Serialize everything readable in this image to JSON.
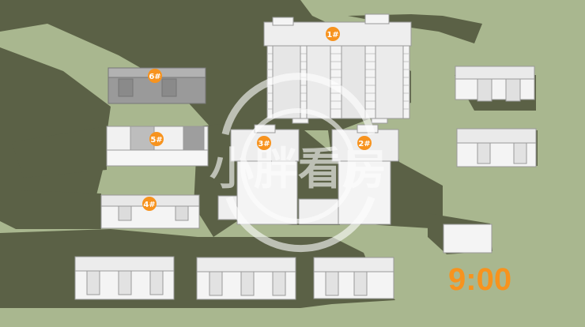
{
  "colors": {
    "ground": "#a9b78f",
    "shadow": "#5b6146",
    "building": "#f4f4f4",
    "building_edge": "#9a9a9a",
    "building_shade": "#d9d9d9",
    "marker": "#f7931e",
    "watermark": "#ffffff",
    "time": "#f7931e"
  },
  "buildings": [
    {
      "id": "b1",
      "label": "1#"
    },
    {
      "id": "b2",
      "label": "2#"
    },
    {
      "id": "b3",
      "label": "3#"
    },
    {
      "id": "b4",
      "label": "4#"
    },
    {
      "id": "b5",
      "label": "5#"
    },
    {
      "id": "b6",
      "label": "6#"
    }
  ],
  "watermark": {
    "text": "小胖看房",
    "icon": "watermark-logo-icon"
  },
  "time_label": "9:00"
}
